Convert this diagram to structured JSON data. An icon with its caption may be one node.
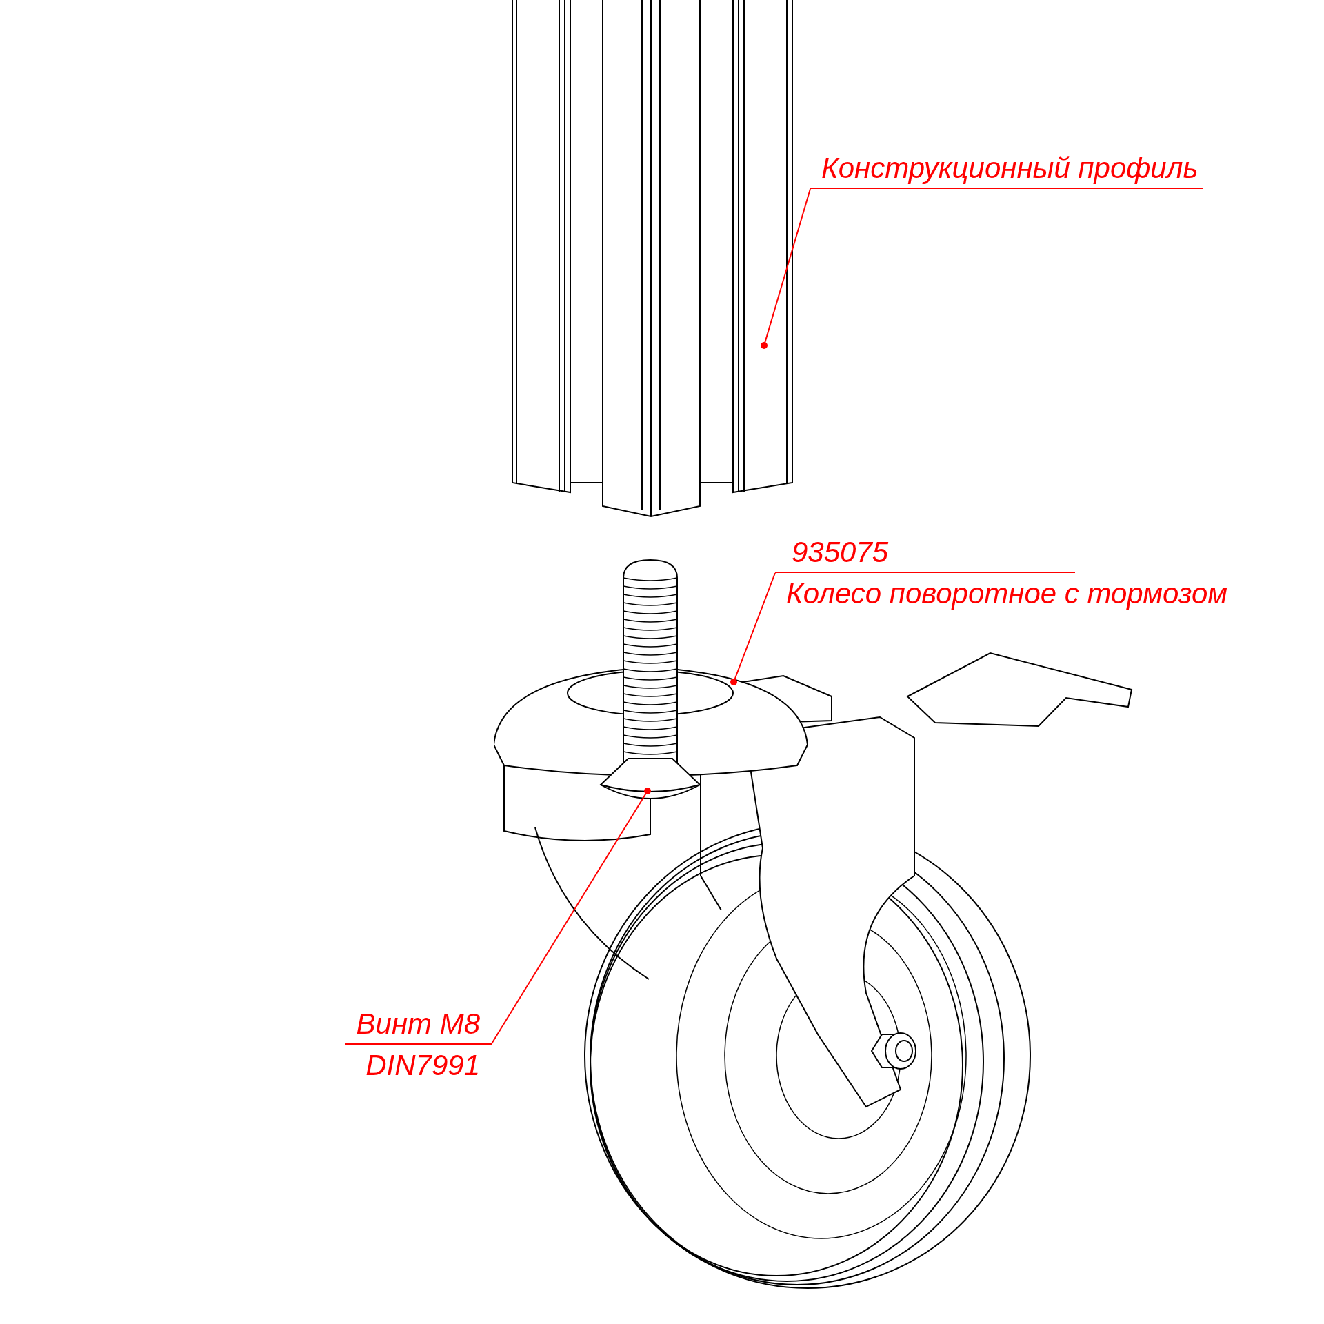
{
  "diagram": {
    "nodes": [
      {
        "text": [
          "Конструкционный профиль"
        ]
      },
      {
        "text": [],
        "shape": "picture"
      },
      {
        "text": [
          "935075",
          "Колесо поворотное с тормозом"
        ]
      },
      {
        "text": [],
        "shape": "picture"
      },
      {
        "text": [
          "Винт M8",
          "DIN7991"
        ]
      },
      {
        "text": [],
        "shape": "picture"
      }
    ],
    "edges": [
      {
        "from": 0,
        "to": 1,
        "arrow": "other"
      },
      {
        "from": 2,
        "to": 3,
        "arrow": "other"
      },
      {
        "from": 4,
        "to": 5,
        "arrow": "other"
      }
    ]
  }
}
